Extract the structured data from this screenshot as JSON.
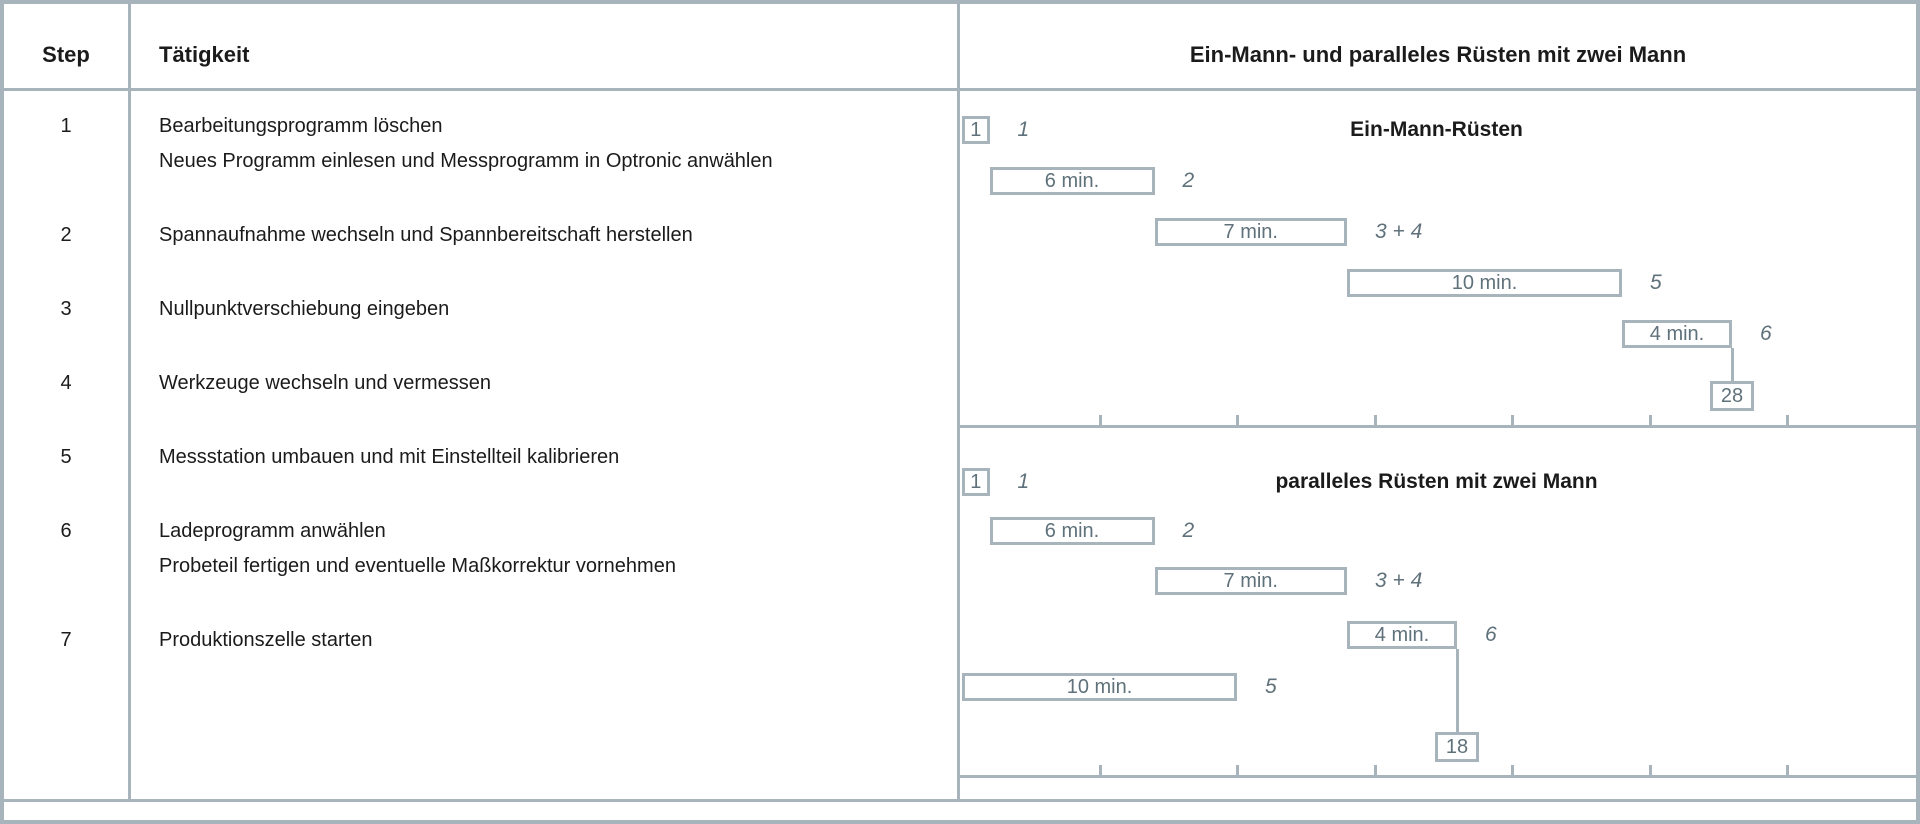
{
  "colors": {
    "line": "#a7b4bc",
    "bar_text": "#5f717a",
    "text": "#1b1b1b",
    "background": "#ffffff"
  },
  "table": {
    "step_header": "Step",
    "activity_header": "Tätigkeit",
    "rows": [
      {
        "step": "1",
        "lines": [
          "Bearbeitungsprogramm löschen",
          "Neues Programm einlesen und Messprogramm in Optronic anwählen"
        ]
      },
      {
        "step": "2",
        "lines": [
          "Spannaufnahme wechseln und Spannbereitschaft herstellen"
        ]
      },
      {
        "step": "3",
        "lines": [
          "Nullpunktverschiebung eingeben"
        ]
      },
      {
        "step": "4",
        "lines": [
          "Werkzeuge wechseln und vermessen"
        ]
      },
      {
        "step": "5",
        "lines": [
          "Messstation umbauen und mit Einstellteil kalibrieren"
        ]
      },
      {
        "step": "6",
        "lines": [
          "Ladeprogramm anwählen",
          "Probeteil fertigen und eventuelle Maßkorrektur vornehmen"
        ]
      },
      {
        "step": "7",
        "lines": [
          "Produktionszelle starten"
        ]
      }
    ]
  },
  "charts_header": "Ein-Mann- und paralleles Rüsten mit zwei Mann",
  "charts": [
    {
      "title": "Ein-Mann-Rüsten",
      "type": "gantt",
      "unit": "min",
      "bars": [
        {
          "text": "1",
          "note": "1",
          "start": 0,
          "end": 1
        },
        {
          "text": "6 min.",
          "note": "2",
          "start": 1,
          "end": 7
        },
        {
          "text": "7 min.",
          "note": "3 + 4",
          "start": 7,
          "end": 14
        },
        {
          "text": "10 min.",
          "note": "5",
          "start": 14,
          "end": 24
        },
        {
          "text": "4 min.",
          "note": "6",
          "start": 24,
          "end": 28
        }
      ],
      "total": {
        "text": "28",
        "at": 28,
        "connect_from_bar": 4
      },
      "ticks": [
        5,
        10,
        15,
        20,
        25,
        30
      ]
    },
    {
      "title": "paralleles Rüsten mit zwei Mann",
      "type": "gantt",
      "unit": "min",
      "bars": [
        {
          "text": "1",
          "note": "1",
          "start": 0,
          "end": 1
        },
        {
          "text": "6 min.",
          "note": "2",
          "start": 1,
          "end": 7
        },
        {
          "text": "7 min.",
          "note": "3 + 4",
          "start": 7,
          "end": 14
        },
        {
          "text": "4 min.",
          "note": "6",
          "start": 14,
          "end": 18
        },
        {
          "text": "10 min.",
          "note": "5",
          "start": 0,
          "end": 10
        }
      ],
      "total": {
        "text": "18",
        "at": 18,
        "connect_from_bar": 3
      },
      "ticks": [
        5,
        10,
        15,
        20,
        25,
        30
      ]
    }
  ]
}
